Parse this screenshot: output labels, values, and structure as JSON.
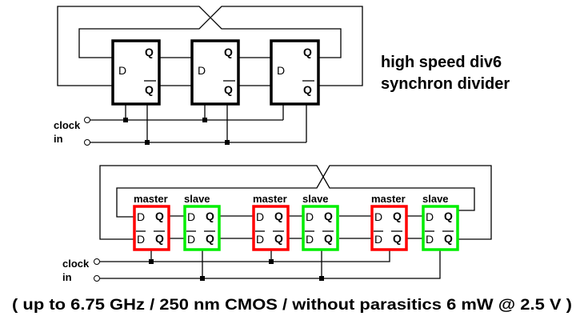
{
  "title": {
    "line1": "high speed div6",
    "line2": "synchron divider"
  },
  "top_diagram": {
    "clock_label_1": "clock",
    "clock_label_2": "in",
    "flipflops": [
      {
        "d": "D",
        "q": "Q",
        "qbar": "Q"
      },
      {
        "d": "D",
        "q": "Q",
        "qbar": "Q"
      },
      {
        "d": "D",
        "q": "Q",
        "qbar": "Q"
      }
    ]
  },
  "bottom_diagram": {
    "clock_label_1": "clock",
    "clock_label_2": "in",
    "colors": {
      "master": "#ff0000",
      "slave": "#00ee00"
    },
    "stages": [
      {
        "label": "master",
        "type": "master",
        "d": "D",
        "dbar": "D",
        "q": "Q",
        "qbar": "Q"
      },
      {
        "label": "slave",
        "type": "slave",
        "d": "D",
        "dbar": "D",
        "q": "Q",
        "qbar": "Q"
      },
      {
        "label": "master",
        "type": "master",
        "d": "D",
        "dbar": "D",
        "q": "Q",
        "qbar": "Q"
      },
      {
        "label": "slave",
        "type": "slave",
        "d": "D",
        "dbar": "D",
        "q": "Q",
        "qbar": "Q"
      },
      {
        "label": "master",
        "type": "master",
        "d": "D",
        "dbar": "D",
        "q": "Q",
        "qbar": "Q"
      },
      {
        "label": "slave",
        "type": "slave",
        "d": "D",
        "dbar": "D",
        "q": "Q",
        "qbar": "Q"
      }
    ]
  },
  "caption": "( up to 6.75 GHz / 250 nm CMOS / without parasitics 6 mW  @ 2.5 V )"
}
